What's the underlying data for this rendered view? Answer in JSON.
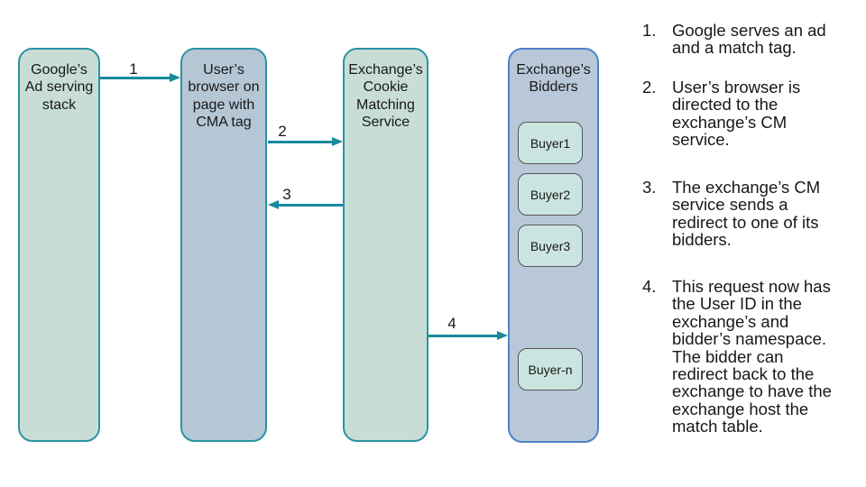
{
  "colors": {
    "node_green_fill": "#c8ded5",
    "node_blue_fill": "#b5c7d5",
    "bidders_fill": "#b8c8d9",
    "teal_border": "#2a94a4",
    "bidders_border": "#4d82c9",
    "buyer_fill": "#cae5df",
    "buyer_border": "#555555",
    "arrow": "#19899d",
    "text": "#181818",
    "background": "#ffffff"
  },
  "lanes": [
    {
      "id": "google-ad-serving-stack",
      "label": "Google’s\nAd serving\nstack"
    },
    {
      "id": "users-browser",
      "label": "User’s\nbrowser on\npage with\nCMA tag"
    },
    {
      "id": "exchange-cookie-matching-service",
      "label": "Exchange’s\nCookie\nMatching\nService"
    },
    {
      "id": "exchange-bidders",
      "label": "Exchange’s\nBidders"
    }
  ],
  "buyers": [
    {
      "label": "Buyer1"
    },
    {
      "label": "Buyer2"
    },
    {
      "label": "Buyer3"
    },
    {
      "label": "Buyer-n"
    }
  ],
  "arrows": [
    {
      "label": "1",
      "from": "google-ad-serving-stack",
      "to": "users-browser",
      "direction": "right"
    },
    {
      "label": "2",
      "from": "users-browser",
      "to": "exchange-cookie-matching-service",
      "direction": "right"
    },
    {
      "label": "3",
      "from": "exchange-cookie-matching-service",
      "to": "users-browser",
      "direction": "left"
    },
    {
      "label": "4",
      "from": "exchange-cookie-matching-service",
      "to": "exchange-bidders",
      "direction": "right"
    }
  ],
  "steps": [
    {
      "number": "1.",
      "text": "Google serves an ad\nand a match tag."
    },
    {
      "number": "2.",
      "text": "User’s browser is\ndirected to the\nexchange’s CM\nservice."
    },
    {
      "number": "3.",
      "text": "The exchange’s CM\nservice sends a\nredirect to one of its\nbidders."
    },
    {
      "number": "4.",
      "text": "This request now has\nthe User ID in the\nexchange’s and\nbidder’s namespace.\nThe bidder can\nredirect back to the\nexchange to have the\nexchange host the\nmatch table."
    }
  ]
}
